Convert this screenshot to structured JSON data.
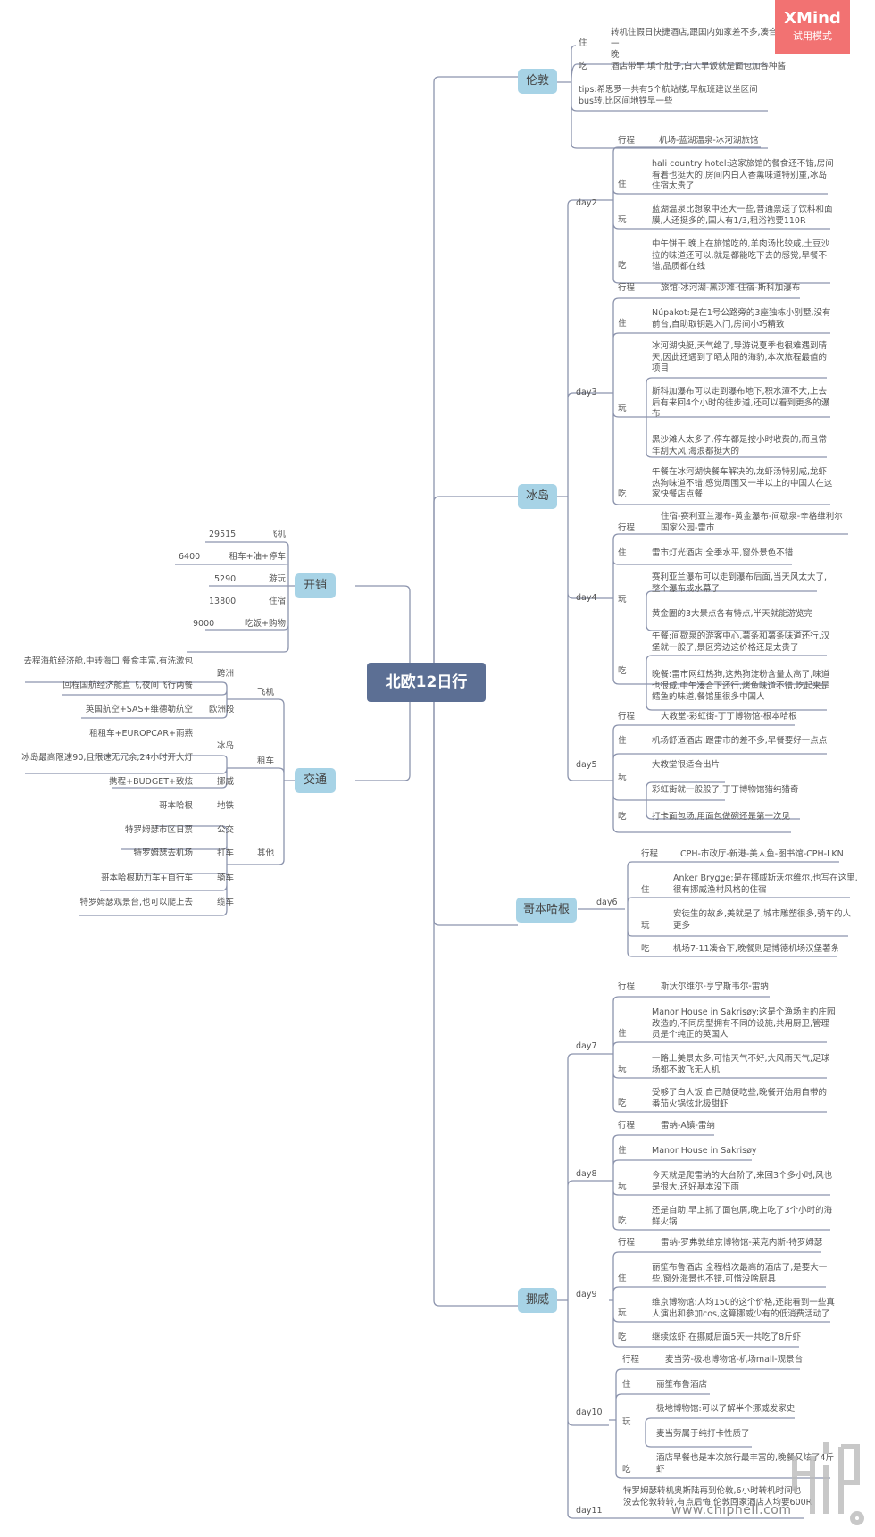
{
  "watermark": {
    "title": "XMind",
    "subtitle": "试用模式"
  },
  "site_watermark": {
    "url": "www.chiphell.com",
    "logo": "chiphell-logo"
  },
  "root": {
    "title": "北欧12日行"
  },
  "right": {
    "london": {
      "label": "伦敦",
      "items": [
        {
          "key": "住",
          "text": "转机住假日快捷酒店,跟国内如家差不多,凑合一\n晚"
        },
        {
          "key": "吃",
          "text": "酒店带早,填个肚子,白人早饭就是面包加各种酱"
        },
        {
          "key": "",
          "text": "tips:希思罗一共有5个航站楼,早航班建议坐区间\nbus转,比区间地铁早一些"
        }
      ]
    },
    "iceland": {
      "label": "冰岛",
      "days": [
        {
          "day": "day2",
          "route_key": "行程",
          "route": "机场-蓝湖温泉-冰河湖旅馆",
          "stay": "hali country hotel:这家旅馆的餐食还不错,房间\n看着也挺大的,房间内白人香薰味道特别重,冰岛\n住宿太贵了",
          "play": [
            "蓝湖温泉比想象中还大一些,普通票送了饮料和面\n膜,人还挺多的,国人有1/3,租浴袍要110R"
          ],
          "eat": [
            "中午饼干,晚上在旅馆吃的,羊肉汤比较咸,土豆沙\n拉的味道还可以,就是都能吃下去的感觉,早餐不\n错,品质都在线"
          ]
        },
        {
          "day": "day3",
          "route_key": "行程",
          "route": "旅馆-冰河湖-黑沙滩-住宿-斯科加瀑布",
          "stay": "Núpakot:是在1号公路旁的3座独栋小别墅,没有\n前台,自助取钥匙入门,房间小巧精致",
          "play": [
            "冰河湖快艇,天气绝了,导游说夏季也很难遇到晴\n天,因此还遇到了晒太阳的海豹,本次旅程最值的\n项目",
            "斯科加瀑布可以走到瀑布地下,积水潭不大,上去\n后有来回4个小时的徒步道,还可以看到更多的瀑\n布",
            "黑沙滩人太多了,停车都是按小时收费的,而且常\n年刮大风,海浪都挺大的"
          ],
          "eat": [
            "午餐在冰河湖快餐车解决的,龙虾汤特别咸,龙虾\n热狗味道不错,感觉周围又一半以上的中国人在这\n家快餐店点餐"
          ]
        },
        {
          "day": "day4",
          "route_key": "行程",
          "route": "住宿-赛利亚兰瀑布-黄金瀑布-间歇泉-辛格维利尔\n国家公园-雷市",
          "stay": "雷市灯光酒店:全季水平,窗外景色不错",
          "play": [
            "赛利亚兰瀑布可以走到瀑布后面,当天风太大了,\n整个瀑布成水幕了",
            "黄金圈的3大景点各有特点,半天就能游览完"
          ],
          "eat": [
            "午餐:间歇泉的游客中心,薯条和薯条味道还行,汉\n堡就一般了,景区旁边这价格还是太贵了",
            "晚餐:雷市网红热狗,这热狗淀粉含量太高了,味道\n也很咸,中午凑合下还行,烤鱼味道不错,吃起来是\n鳕鱼的味道,餐馆里很多中国人"
          ]
        },
        {
          "day": "day5",
          "route_key": "行程",
          "route": "大教堂-彩虹街-丁丁博物馆-根本哈根",
          "stay": "机场舒适酒店:跟雷市的差不多,早餐要好一点点",
          "play": [
            "大教堂很适合出片",
            "彩虹街就一般般了,丁丁博物馆猎纯猎奇"
          ],
          "eat": [
            "打卡面包汤,用面包做碗还是第一次见"
          ]
        }
      ]
    },
    "copenhagen": {
      "label": "哥本哈根",
      "days": [
        {
          "day": "day6",
          "route_key": "行程",
          "route": "CPH-市政厅-新港-美人鱼-图书馆-CPH-LKN",
          "stay": "Anker Brygge:是在挪威斯沃尔维尔,也写在这里,\n很有挪威渔村风格的住宿",
          "play": [
            "安徒生的故乡,美就是了,城市雕塑很多,骑车的人\n更多"
          ],
          "eat": [
            "机场7-11凑合下,晚餐则是博德机场汉堡薯条"
          ]
        }
      ]
    },
    "norway": {
      "label": "挪威",
      "days": [
        {
          "day": "day7",
          "route_key": "行程",
          "route": "斯沃尔维尔-亨宁斯韦尔-雷纳",
          "stay": "Manor House in Sakrisøy:这是个渔场主的庄园\n改造的,不同房型拥有不同的设施,共用厨卫,管理\n员是个纯正的英国人",
          "play": [
            "一路上美景太多,可惜天气不好,大风雨天气,足球\n场都不敢飞无人机"
          ],
          "eat": [
            "受够了白人饭,自己随便吃些,晚餐开始用自带的\n番茄火锅炫北极甜虾"
          ]
        },
        {
          "day": "day8",
          "route_key": "行程",
          "route": "雷纳-A镇-雷纳",
          "stay": "Manor House in Sakrisøy",
          "play": [
            "今天就是爬雷纳的大台阶了,来回3个多小时,风也\n是很大,还好基本没下雨"
          ],
          "eat": [
            "还是自助,早上抓了面包屑,晚上吃了3个小时的海\n鲜火锅"
          ]
        },
        {
          "day": "day9",
          "route_key": "行程",
          "route": "雷纳-罗弗敦维京博物馆-莱克内斯-特罗姆瑟",
          "stay": "丽笙布鲁酒店:全程档次最高的酒店了,是要大一\n些,窗外海景也不错,可惜没啥厨具",
          "play": [
            "维京博物馆:人均150的这个价格,还能看到一些真\n人演出和参加cos,这算挪威少有的低消费活动了"
          ],
          "eat": [
            "继续炫虾,在挪威后面5天一共吃了8斤虾"
          ]
        },
        {
          "day": "day10",
          "route_key": "行程",
          "route": "麦当劳-极地博物馆-机场mall-观景台",
          "stay": "丽笙布鲁酒店",
          "play": [
            "极地博物馆:可以了解半个挪威发家史",
            "麦当劳属于纯打卡性质了"
          ],
          "eat": [
            "酒店早餐也是本次旅行最丰富的,晚餐又炫了4斤\n虾"
          ]
        },
        {
          "day": "day11",
          "text": "特罗姆瑟转机奥斯陆再到伦敦,6小时转机时间也\n没去伦敦转转,有点后悔,伦敦回家酒店人均要600R"
        }
      ]
    },
    "keys": {
      "stay": "住",
      "play": "玩",
      "eat": "吃"
    }
  },
  "left": {
    "cost": {
      "label": "开销",
      "items": [
        {
          "category": "飞机",
          "amount": "29515"
        },
        {
          "category": "租车+油+停车",
          "amount": "6400"
        },
        {
          "category": "游玩",
          "amount": "5290"
        },
        {
          "category": "住宿",
          "amount": "13800"
        },
        {
          "category": "吃饭+购物",
          "amount": "9000"
        }
      ]
    },
    "transport": {
      "label": "交通",
      "groups": [
        {
          "label": "飞机",
          "subs": [
            {
              "label": "跨洲",
              "notes": [
                "去程海航经济舱,中转海口,餐食丰富,有洗漱包",
                "回程国航经济舱直飞,夜间飞行两餐"
              ]
            },
            {
              "label": "欧洲段",
              "notes": [
                "英国航空+SAS+维德勒航空"
              ]
            }
          ]
        },
        {
          "label": "租车",
          "subs": [
            {
              "label": "冰岛",
              "notes": [
                "租租车+EUROPCAR+雨燕",
                "冰岛最高限速90,且限速无冗余,24小时开大灯"
              ]
            },
            {
              "label": "挪威",
              "notes": [
                "携程+BUDGET+致炫"
              ]
            }
          ]
        },
        {
          "label": "其他",
          "subs": [
            {
              "label": "地铁",
              "notes": [
                "哥本哈根"
              ]
            },
            {
              "label": "公交",
              "notes": [
                "特罗姆瑟市区日票"
              ]
            },
            {
              "label": "打车",
              "notes": [
                "特罗姆瑟去机场"
              ]
            },
            {
              "label": "骑车",
              "notes": [
                "哥本哈根助力车+自行车"
              ]
            },
            {
              "label": "缆车",
              "notes": [
                "特罗姆瑟观景台,也可以爬上去"
              ]
            }
          ]
        }
      ]
    }
  },
  "colors": {
    "root": "#5c6f94",
    "main_topic": "#a7d3e6",
    "line": "#8c94ad",
    "watermark": "#f27272"
  }
}
